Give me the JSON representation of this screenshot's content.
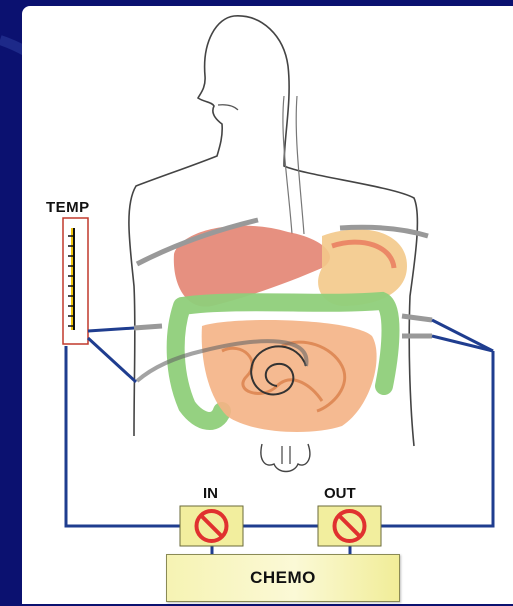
{
  "labels": {
    "temp": "TEMP",
    "in": "IN",
    "out": "OUT",
    "chemo": "CHEMO"
  },
  "colors": {
    "slide_background": "#0b1170",
    "tubing": "#1f3d8f",
    "valve_fill": "#f2ee9e",
    "no_symbol": "#e0312f",
    "chemo_fill": "#f6f3b3"
  },
  "icons": {
    "in_valve": "prohibition-sign-icon",
    "out_valve": "prohibition-sign-icon",
    "thermometer": "thermometer-icon"
  }
}
